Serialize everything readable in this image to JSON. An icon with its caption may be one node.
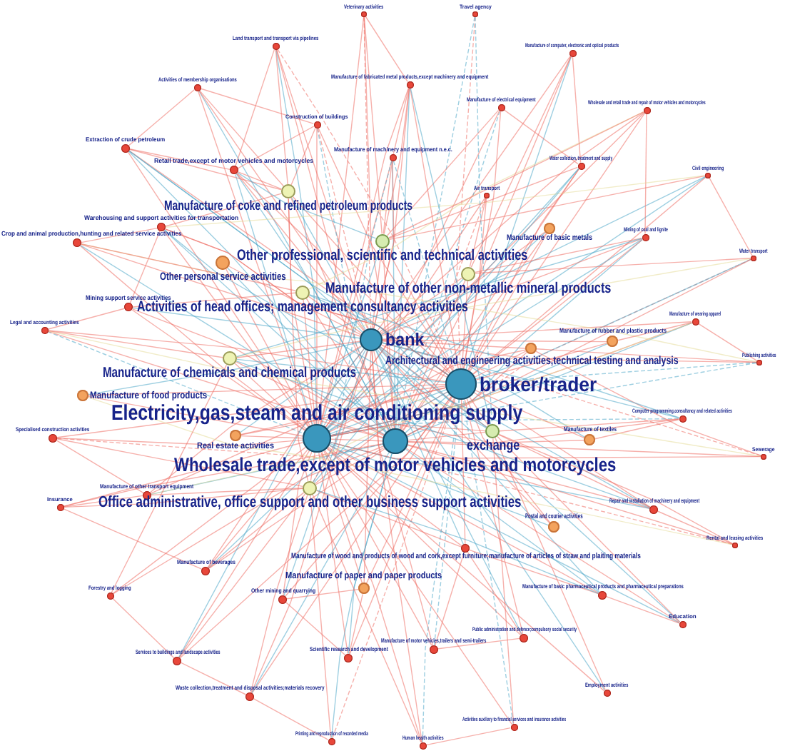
{
  "diagram": {
    "nodes": [
      {
        "text": [
          "Veterinary activities"
        ]
      },
      {
        "text": [
          "Travel agency"
        ]
      },
      {
        "text": [
          "Land transport and transport via pipelines"
        ]
      },
      {
        "text": [
          "Manufacture of computer, electronic and optical products"
        ]
      },
      {
        "text": [
          "Manufacture of fabricated metal products,except machinery and equipment"
        ]
      },
      {
        "text": [
          "Activities of membership organisations"
        ]
      },
      {
        "text": [
          "Manufacture of electrical equipment"
        ]
      },
      {
        "text": [
          "Wholesale and retail trade and repair of motor vehicles and motorcycles"
        ]
      },
      {
        "text": [
          "Construction of buildings"
        ]
      },
      {
        "text": [
          "Extraction of crude petroleum"
        ]
      },
      {
        "text": [
          "Manufacture of machinery and equipment n.e.c."
        ]
      },
      {
        "text": [
          "Water collection, treatment and supply"
        ]
      },
      {
        "text": [
          "Retail trade,except of motor vehicles and motorcycles"
        ]
      },
      {
        "text": [
          "Civil engineering"
        ]
      },
      {
        "text": [
          "Air transport"
        ]
      },
      {
        "text": [
          "Manufacture of coke and refined petroleum products"
        ]
      },
      {
        "text": [
          "Warehousing and support activities for transportation"
        ]
      },
      {
        "text": [
          "Crop and animal production,hunting and related service activities"
        ]
      },
      {
        "text": [
          "Manufacture of basic metals"
        ]
      },
      {
        "text": [
          "Mining of coal and lignite"
        ]
      },
      {
        "text": [
          "Other professional, scientific and technical activities"
        ]
      },
      {
        "text": [
          "Water transport"
        ]
      },
      {
        "text": [
          "Other personal service activities"
        ]
      },
      {
        "text": [
          "Manufacture of other non-metallic mineral products"
        ]
      },
      {
        "text": [
          "Mining support service activities"
        ]
      },
      {
        "text": [
          "Activities of head offices; management consultancy activities"
        ]
      },
      {
        "text": [
          "Legal and accounting activities"
        ]
      },
      {
        "text": [
          "Manufacture of wearing apparel"
        ]
      },
      {
        "text": [
          "Manufacture of rubber and plastic products"
        ]
      },
      {
        "text": [
          "bank"
        ]
      },
      {
        "text": [
          "Architectural and engineering activities,technical testing and analysis"
        ]
      },
      {
        "text": [
          "Publishing activities"
        ]
      },
      {
        "text": [
          "Manufacture of chemicals and chemical products"
        ]
      },
      {
        "text": [
          "broker/trader"
        ]
      },
      {
        "text": [
          "Manufacture of food products"
        ]
      },
      {
        "text": [
          "Electricity,gas,steam and air conditioning supply"
        ]
      },
      {
        "text": [
          "Computer programming,consultancy and related activities"
        ]
      },
      {
        "text": [
          "Specialised construction activities"
        ]
      },
      {
        "text": [
          "Manufacture of textiles"
        ]
      },
      {
        "text": [
          "Sewerage"
        ]
      },
      {
        "text": [
          "Real estate activities"
        ]
      },
      {
        "text": [
          "exchange"
        ]
      },
      {
        "text": [
          "Wholesale trade,except of motor vehicles and motorcycles"
        ]
      },
      {
        "text": [
          "Manufacture of other transport equipment"
        ]
      },
      {
        "text": [
          "Insurance"
        ]
      },
      {
        "text": [
          "Office administrative, office support and other business support activities"
        ]
      },
      {
        "text": [
          "Repair and installation of machinery and equipment"
        ]
      },
      {
        "text": [
          "Postal and courier activities"
        ]
      },
      {
        "text": [
          "Rental and leasing activities"
        ]
      },
      {
        "text": [
          "Manufacture of wood and products of wood and cork,except furniture;manufacture of articles of straw and plaiting materials"
        ]
      },
      {
        "text": [
          "Manufacture of beverages"
        ]
      },
      {
        "text": [
          "Manufacture of paper and paper products"
        ]
      },
      {
        "text": [
          "Manufacture of basic pharmaceutical products and pharmaceutical preparations"
        ]
      },
      {
        "text": [
          "Other mining and quarrying"
        ]
      },
      {
        "text": [
          "Forestry and logging"
        ]
      },
      {
        "text": [
          "Education"
        ]
      },
      {
        "text": [
          "Public administration and defence;compulsory social security"
        ]
      },
      {
        "text": [
          "Manufacture of motor vehicles,trailers and semi-trailers"
        ]
      },
      {
        "text": [
          "Scientific research and development"
        ]
      },
      {
        "text": [
          "Services to buildings and landscape activities"
        ]
      },
      {
        "text": [
          "Waste collection,treatment and disposal activities;materials recovery"
        ]
      },
      {
        "text": [
          "Employment activities"
        ]
      },
      {
        "text": [
          "Activities auxiliary to financial services and insurance activities"
        ]
      },
      {
        "text": [
          "Printing and reproduction of recorded media"
        ]
      },
      {
        "text": [
          "Human health activities"
        ]
      }
    ],
    "edges": [
      {
        "from": 0,
        "to": 35,
        "arrow": "none"
      },
      {
        "from": 0,
        "to": 42,
        "arrow": "none"
      },
      {
        "from": 0,
        "to": 29,
        "arrow": "none",
        "style": "dashed"
      },
      {
        "from": 1,
        "to": 42,
        "arrow": "none",
        "style": "dashed",
        "color": "#4fa8c8"
      },
      {
        "from": 1,
        "to": 33,
        "arrow": "none",
        "style": "dashed"
      },
      {
        "from": 2,
        "to": 35,
        "arrow": "none",
        "color": "#4fa8c8"
      },
      {
        "from": 2,
        "to": 42,
        "arrow": "none"
      },
      {
        "from": 2,
        "to": 29,
        "arrow": "none"
      },
      {
        "from": 2,
        "to": 33,
        "arrow": "none",
        "style": "dashed"
      },
      {
        "from": 3,
        "to": 33,
        "arrow": "none",
        "color": "#4fa8c8"
      },
      {
        "from": 3,
        "to": 29,
        "arrow": "none"
      },
      {
        "from": 3,
        "to": 42,
        "arrow": "none"
      },
      {
        "from": 4,
        "to": 33,
        "arrow": "none"
      },
      {
        "from": 4,
        "to": 42,
        "arrow": "none",
        "color": "#4fa8c8"
      },
      {
        "from": 4,
        "to": 35,
        "arrow": "none"
      },
      {
        "from": 4,
        "to": 29,
        "arrow": "none"
      },
      {
        "from": 5,
        "to": 35,
        "arrow": "none"
      },
      {
        "from": 5,
        "to": 42,
        "arrow": "none",
        "color": "#4fa8c8"
      },
      {
        "from": 5,
        "to": 29,
        "arrow": "none"
      },
      {
        "from": 6,
        "to": 42,
        "arrow": "none",
        "style": "dashed",
        "color": "#4fa8c8"
      },
      {
        "from": 6,
        "to": 33,
        "arrow": "none"
      },
      {
        "from": 6,
        "to": 35,
        "arrow": "none"
      },
      {
        "from": 7,
        "to": 33,
        "arrow": "none"
      },
      {
        "from": 7,
        "to": 35,
        "arrow": "none"
      },
      {
        "from": 7,
        "to": 29,
        "arrow": "none"
      },
      {
        "from": 8,
        "to": 42,
        "arrow": "none",
        "style": "dashed",
        "color": "#4fa8c8"
      },
      {
        "from": 8,
        "to": 35,
        "arrow": "none"
      },
      {
        "from": 8,
        "to": 29,
        "arrow": "none",
        "style": "dashed"
      },
      {
        "from": 8,
        "to": 33,
        "arrow": "none"
      },
      {
        "from": 9,
        "to": 42,
        "arrow": "none",
        "color": "#4fa8c8"
      },
      {
        "from": 9,
        "to": 29,
        "arrow": "none",
        "color": "#4fa8c8"
      },
      {
        "from": 9,
        "to": 35,
        "arrow": "none"
      },
      {
        "from": 9,
        "to": 33,
        "arrow": "none"
      },
      {
        "from": 10,
        "to": 42,
        "arrow": "none",
        "color": "#4fa8c8"
      },
      {
        "from": 10,
        "to": 33,
        "arrow": "none",
        "style": "dashed",
        "color": "#4fa8c8"
      },
      {
        "from": 10,
        "to": 35,
        "arrow": "none"
      },
      {
        "from": 10,
        "to": 29,
        "arrow": "none"
      },
      {
        "from": 11,
        "to": 35,
        "arrow": "none",
        "color": "#4fa8c8"
      },
      {
        "from": 11,
        "to": 42,
        "arrow": "none"
      },
      {
        "from": 11,
        "to": 33,
        "arrow": "none"
      },
      {
        "from": 12,
        "to": 35,
        "arrow": "none",
        "color": "#4fa8c8"
      },
      {
        "from": 12,
        "to": 42,
        "arrow": "none",
        "color": "#4fa8c8"
      },
      {
        "from": 12,
        "to": 29,
        "arrow": "none"
      },
      {
        "from": 12,
        "to": 33,
        "arrow": "none"
      },
      {
        "from": 13,
        "to": 35,
        "arrow": "none",
        "color": "#4fa8c8"
      },
      {
        "from": 13,
        "to": 29,
        "arrow": "none",
        "color": "#4fa8c8"
      },
      {
        "from": 13,
        "to": 33,
        "arrow": "none"
      },
      {
        "from": 14,
        "to": 42,
        "arrow": "none",
        "style": "dashed"
      },
      {
        "from": 14,
        "to": 33,
        "arrow": "none"
      },
      {
        "from": 14,
        "to": 35,
        "arrow": "none"
      },
      {
        "from": 15,
        "to": 33,
        "arrow": "none"
      },
      {
        "from": 15,
        "to": 29,
        "arrow": "none",
        "color": "#4fa8c8"
      },
      {
        "from": 15,
        "to": 42,
        "arrow": "none"
      },
      {
        "from": 16,
        "to": 42,
        "arrow": "none",
        "color": "#4fa8c8"
      },
      {
        "from": 16,
        "to": 35,
        "arrow": "none"
      },
      {
        "from": 16,
        "to": 29,
        "arrow": "none"
      },
      {
        "from": 16,
        "to": 33,
        "arrow": "none"
      },
      {
        "from": 17,
        "to": 35,
        "arrow": "none"
      },
      {
        "from": 17,
        "to": 42,
        "arrow": "none",
        "color": "#4fa8c8"
      },
      {
        "from": 17,
        "to": 29,
        "arrow": "none"
      },
      {
        "from": 18,
        "to": 35,
        "arrow": "none",
        "color": "#4fa8c8"
      },
      {
        "from": 18,
        "to": 42,
        "arrow": "none"
      },
      {
        "from": 18,
        "to": 29,
        "arrow": "none"
      },
      {
        "from": 19,
        "to": 35,
        "arrow": "none",
        "color": "#4fa8c8"
      },
      {
        "from": 19,
        "to": 42,
        "arrow": "none",
        "color": "#4fa8c8"
      },
      {
        "from": 19,
        "to": 29,
        "arrow": "none"
      },
      {
        "from": 19,
        "to": 33,
        "arrow": "none"
      },
      {
        "from": 20,
        "to": 35,
        "arrow": "none",
        "color": "#4fa8c8"
      },
      {
        "from": 20,
        "to": 33,
        "arrow": "none"
      },
      {
        "from": 20,
        "to": 42,
        "arrow": "none"
      },
      {
        "from": 21,
        "to": 35,
        "arrow": "none",
        "style": "dashed"
      },
      {
        "from": 21,
        "to": 33,
        "arrow": "none",
        "color": "#4fa8c8"
      },
      {
        "from": 21,
        "to": 42,
        "arrow": "none"
      },
      {
        "from": 22,
        "to": 42,
        "arrow": "none",
        "color": "#4fa8c8"
      },
      {
        "from": 22,
        "to": 33,
        "arrow": "none"
      },
      {
        "from": 23,
        "to": 35,
        "arrow": "none",
        "color": "#4fa8c8"
      },
      {
        "from": 23,
        "to": 42,
        "arrow": "none"
      },
      {
        "from": 23,
        "to": 29,
        "arrow": "none"
      },
      {
        "from": 24,
        "to": 35,
        "arrow": "none"
      },
      {
        "from": 24,
        "to": 42,
        "arrow": "none"
      },
      {
        "from": 24,
        "to": 29,
        "arrow": "none",
        "color": "#4fa8c8"
      },
      {
        "from": 25,
        "to": 33,
        "arrow": "none",
        "color": "#4fa8c8"
      },
      {
        "from": 25,
        "to": 42,
        "arrow": "none"
      },
      {
        "from": 26,
        "to": 35,
        "arrow": "none",
        "style": "dashed",
        "color": "#4fa8c8"
      },
      {
        "from": 26,
        "to": 42,
        "arrow": "none"
      },
      {
        "from": 26,
        "to": 33,
        "arrow": "none"
      },
      {
        "from": 27,
        "to": 35,
        "arrow": "none"
      },
      {
        "from": 27,
        "to": 42,
        "arrow": "none",
        "color": "#4fa8c8"
      },
      {
        "from": 27,
        "to": 29,
        "arrow": "none"
      },
      {
        "from": 28,
        "to": 35,
        "arrow": "none",
        "color": "#4fa8c8"
      },
      {
        "from": 28,
        "to": 29,
        "arrow": "none"
      },
      {
        "from": 29,
        "to": 35,
        "arrow": "none",
        "color": "#4fa8c8"
      },
      {
        "from": 29,
        "to": 42,
        "arrow": "none"
      },
      {
        "from": 29,
        "to": 33,
        "arrow": "none"
      },
      {
        "from": 30,
        "to": 35,
        "arrow": "none"
      },
      {
        "from": 30,
        "to": 42,
        "arrow": "none"
      },
      {
        "from": 31,
        "to": 35,
        "arrow": "none",
        "style": "dashed",
        "color": "#4fa8c8"
      },
      {
        "from": 31,
        "to": 29,
        "arrow": "none"
      },
      {
        "from": 31,
        "to": 33,
        "arrow": "none",
        "style": "dashed",
        "color": "#4fa8c8"
      },
      {
        "from": 32,
        "to": 33,
        "arrow": "none",
        "color": "#4fa8c8"
      },
      {
        "from": 32,
        "to": 42,
        "arrow": "none"
      },
      {
        "from": 33,
        "to": 35,
        "arrow": "none",
        "color": "#4fa8c8"
      },
      {
        "from": 33,
        "to": 42,
        "arrow": "none",
        "color": "#4fa8c8"
      },
      {
        "from": 34,
        "to": 33,
        "arrow": "none"
      },
      {
        "from": 34,
        "to": 29,
        "arrow": "none",
        "color": "#4fa8c8"
      },
      {
        "from": 35,
        "to": 42,
        "arrow": "none"
      },
      {
        "from": 36,
        "to": 35,
        "arrow": "none",
        "style": "dashed",
        "color": "#4fa8c8"
      },
      {
        "from": 36,
        "to": 42,
        "arrow": "none"
      },
      {
        "from": 36,
        "to": 29,
        "arrow": "none",
        "color": "#4fa8c8"
      },
      {
        "from": 37,
        "to": 35,
        "arrow": "none"
      },
      {
        "from": 37,
        "to": 42,
        "arrow": "none",
        "style": "dashed"
      },
      {
        "from": 37,
        "to": 33,
        "arrow": "none"
      },
      {
        "from": 38,
        "to": 35,
        "arrow": "none"
      },
      {
        "from": 38,
        "to": 29,
        "arrow": "none",
        "color": "#4fa8c8"
      },
      {
        "from": 39,
        "to": 35,
        "arrow": "none"
      },
      {
        "from": 39,
        "to": 42,
        "arrow": "none"
      },
      {
        "from": 39,
        "to": 29,
        "arrow": "none",
        "style": "dashed"
      },
      {
        "from": 40,
        "to": 33,
        "arrow": "none"
      },
      {
        "from": 40,
        "to": 29,
        "arrow": "none",
        "color": "#4fa8c8"
      },
      {
        "from": 41,
        "to": 35,
        "arrow": "none"
      },
      {
        "from": 41,
        "to": 29,
        "arrow": "none"
      },
      {
        "from": 43,
        "to": 33,
        "arrow": "none"
      },
      {
        "from": 43,
        "to": 29,
        "arrow": "none"
      },
      {
        "from": 43,
        "to": 42,
        "arrow": "none",
        "color": "#4fa8c8"
      },
      {
        "from": 44,
        "to": 35,
        "arrow": "none"
      },
      {
        "from": 44,
        "to": 42,
        "arrow": "none"
      },
      {
        "from": 45,
        "to": 33,
        "arrow": "none"
      },
      {
        "from": 45,
        "to": 29,
        "arrow": "none"
      },
      {
        "from": 46,
        "to": 35,
        "arrow": "none",
        "color": "#4fa8c8"
      },
      {
        "from": 46,
        "to": 29,
        "arrow": "none",
        "color": "#4fa8c8"
      },
      {
        "from": 46,
        "to": 33,
        "arrow": "none"
      },
      {
        "from": 46,
        "to": 42,
        "arrow": "none"
      },
      {
        "from": 47,
        "to": 35,
        "arrow": "none",
        "color": "#4fa8c8"
      },
      {
        "from": 47,
        "to": 29,
        "arrow": "none"
      },
      {
        "from": 48,
        "to": 35,
        "arrow": "none",
        "style": "dashed"
      },
      {
        "from": 48,
        "to": 42,
        "arrow": "none"
      },
      {
        "from": 49,
        "to": 35,
        "arrow": "none"
      },
      {
        "from": 49,
        "to": 29,
        "arrow": "none",
        "color": "#4fa8c8"
      },
      {
        "from": 49,
        "to": 33,
        "arrow": "none"
      },
      {
        "from": 50,
        "to": 33,
        "arrow": "none",
        "color": "#4fa8c8"
      },
      {
        "from": 50,
        "to": 35,
        "arrow": "none"
      },
      {
        "from": 50,
        "to": 42,
        "arrow": "none"
      },
      {
        "from": 50,
        "to": 29,
        "arrow": "none"
      },
      {
        "from": 51,
        "to": 33,
        "arrow": "none"
      },
      {
        "from": 51,
        "to": 29,
        "arrow": "none"
      },
      {
        "from": 52,
        "to": 29,
        "arrow": "none",
        "color": "#4fa8c8"
      },
      {
        "from": 52,
        "to": 35,
        "arrow": "none"
      },
      {
        "from": 52,
        "to": 42,
        "arrow": "none",
        "color": "#4fa8c8"
      },
      {
        "from": 53,
        "to": 35,
        "arrow": "none"
      },
      {
        "from": 53,
        "to": 33,
        "arrow": "none"
      },
      {
        "from": 53,
        "to": 29,
        "arrow": "none",
        "color": "#4fa8c8"
      },
      {
        "from": 54,
        "to": 35,
        "arrow": "none"
      },
      {
        "from": 54,
        "to": 42,
        "arrow": "none"
      },
      {
        "from": 55,
        "to": 35,
        "arrow": "none",
        "color": "#4fa8c8"
      },
      {
        "from": 55,
        "to": 29,
        "arrow": "none",
        "color": "#4fa8c8"
      },
      {
        "from": 55,
        "to": 42,
        "arrow": "none"
      },
      {
        "from": 56,
        "to": 29,
        "arrow": "none",
        "color": "#4fa8c8"
      },
      {
        "from": 56,
        "to": 33,
        "arrow": "none"
      },
      {
        "from": 56,
        "to": 35,
        "arrow": "none"
      },
      {
        "from": 57,
        "to": 33,
        "arrow": "none",
        "style": "dashed",
        "color": "#4fa8c8"
      },
      {
        "from": 57,
        "to": 35,
        "arrow": "none"
      },
      {
        "from": 57,
        "to": 29,
        "arrow": "none"
      },
      {
        "from": 58,
        "to": 33,
        "arrow": "none"
      },
      {
        "from": 58,
        "to": 35,
        "arrow": "none"
      },
      {
        "from": 58,
        "to": 42,
        "arrow": "none",
        "color": "#4fa8c8"
      },
      {
        "from": 59,
        "to": 33,
        "arrow": "none"
      },
      {
        "from": 59,
        "to": 35,
        "arrow": "none"
      },
      {
        "from": 59,
        "to": 29,
        "arrow": "none",
        "color": "#4fa8c8"
      },
      {
        "from": 60,
        "to": 33,
        "arrow": "none"
      },
      {
        "from": 60,
        "to": 29,
        "arrow": "none"
      },
      {
        "from": 60,
        "to": 42,
        "arrow": "none",
        "color": "#4fa8c8"
      },
      {
        "from": 61,
        "to": 29,
        "arrow": "none",
        "color": "#4fa8c8"
      },
      {
        "from": 61,
        "to": 35,
        "arrow": "none"
      },
      {
        "from": 62,
        "to": 33,
        "arrow": "none",
        "style": "dashed",
        "color": "#4fa8c8"
      },
      {
        "from": 62,
        "to": 35,
        "arrow": "none"
      },
      {
        "from": 63,
        "to": 33,
        "arrow": "none",
        "style": "dashed"
      },
      {
        "from": 63,
        "to": 42,
        "arrow": "none",
        "color": "#4fa8c8"
      },
      {
        "from": 64,
        "to": 33,
        "arrow": "none",
        "style": "dashed",
        "color": "#4fa8c8"
      },
      {
        "from": 64,
        "to": 29,
        "arrow": "none"
      },
      {
        "from": 64,
        "to": 35,
        "arrow": "none"
      },
      {
        "from": 17,
        "to": 16,
        "arrow": "none"
      },
      {
        "from": 9,
        "to": 5,
        "arrow": "none"
      },
      {
        "from": 12,
        "to": 8,
        "arrow": "none"
      },
      {
        "from": 26,
        "to": 24,
        "arrow": "none"
      },
      {
        "from": 37,
        "to": 43,
        "arrow": "none"
      },
      {
        "from": 44,
        "to": 50,
        "arrow": "none"
      },
      {
        "from": 59,
        "to": 60,
        "arrow": "none"
      },
      {
        "from": 60,
        "to": 63,
        "arrow": "none"
      },
      {
        "from": 4,
        "to": 10,
        "arrow": "none"
      },
      {
        "from": 6,
        "to": 11,
        "arrow": "none"
      },
      {
        "from": 3,
        "to": 11,
        "arrow": "none"
      },
      {
        "from": 7,
        "to": 19,
        "arrow": "none"
      },
      {
        "from": 13,
        "to": 21,
        "arrow": "none"
      },
      {
        "from": 27,
        "to": 31,
        "arrow": "none"
      },
      {
        "from": 36,
        "to": 38,
        "arrow": "none"
      },
      {
        "from": 46,
        "to": 48,
        "arrow": "none"
      },
      {
        "from": 52,
        "to": 55,
        "arrow": "none"
      },
      {
        "from": 56,
        "to": 57,
        "arrow": "none"
      },
      {
        "from": 64,
        "to": 62,
        "arrow": "none"
      },
      {
        "from": 2,
        "to": 12,
        "arrow": "none"
      },
      {
        "from": 0,
        "to": 4,
        "arrow": "none"
      },
      {
        "from": 9,
        "to": 12,
        "arrow": "none"
      },
      {
        "from": 16,
        "to": 24,
        "arrow": "none"
      },
      {
        "from": 5,
        "to": 8,
        "arrow": "none"
      },
      {
        "from": 54,
        "to": 59,
        "arrow": "none"
      },
      {
        "from": 53,
        "to": 58,
        "arrow": "none"
      },
      {
        "from": 43,
        "to": 44,
        "arrow": "none"
      },
      {
        "from": 7,
        "to": 25,
        "arrow": "none",
        "color": "#e5dc9a"
      },
      {
        "from": 21,
        "to": 32,
        "arrow": "none",
        "color": "#e5dc9a"
      },
      {
        "from": 27,
        "to": 43,
        "arrow": "none",
        "color": "#e5dc9a"
      },
      {
        "from": 31,
        "to": 17,
        "arrow": "none",
        "color": "#e5dc9a"
      },
      {
        "from": 48,
        "to": 34,
        "arrow": "none",
        "color": "#e5dc9a"
      },
      {
        "from": 13,
        "to": 16,
        "arrow": "none",
        "color": "#e5dc9a"
      },
      {
        "from": 39,
        "to": 26,
        "arrow": "none",
        "color": "#e5dc9a"
      },
      {
        "from": 15,
        "to": 35,
        "arrow": "none"
      },
      {
        "from": 15,
        "to": 45,
        "arrow": "none"
      },
      {
        "from": 20,
        "to": 29,
        "arrow": "none"
      },
      {
        "from": 23,
        "to": 33,
        "arrow": "none"
      },
      {
        "from": 25,
        "to": 29,
        "arrow": "none"
      },
      {
        "from": 25,
        "to": 35,
        "arrow": "none"
      },
      {
        "from": 32,
        "to": 35,
        "arrow": "none"
      },
      {
        "from": 32,
        "to": 29,
        "arrow": "none"
      },
      {
        "from": 45,
        "to": 42,
        "arrow": "none"
      },
      {
        "from": 45,
        "to": 35,
        "arrow": "none"
      },
      {
        "from": 41,
        "to": 33,
        "arrow": "none"
      },
      {
        "from": 41,
        "to": 42,
        "arrow": "none"
      },
      {
        "from": 22,
        "to": 35,
        "arrow": "none"
      },
      {
        "from": 40,
        "to": 35,
        "arrow": "none"
      },
      {
        "from": 40,
        "to": 42,
        "arrow": "none"
      },
      {
        "from": 34,
        "to": 35,
        "arrow": "none"
      },
      {
        "from": 38,
        "to": 33,
        "arrow": "none"
      },
      {
        "from": 47,
        "to": 33,
        "arrow": "none"
      },
      {
        "from": 51,
        "to": 35,
        "arrow": "none"
      },
      {
        "from": 18,
        "to": 33,
        "arrow": "none"
      },
      {
        "from": 28,
        "to": 33,
        "arrow": "none"
      },
      {
        "from": 30,
        "to": 33,
        "arrow": "none"
      },
      {
        "from": 30,
        "to": 29,
        "arrow": "none"
      },
      {
        "from": 9,
        "to": 15,
        "arrow": "none"
      },
      {
        "from": 16,
        "to": 15,
        "arrow": "none"
      },
      {
        "from": 12,
        "to": 15,
        "arrow": "none"
      },
      {
        "from": 17,
        "to": 25,
        "arrow": "none"
      },
      {
        "from": 24,
        "to": 25,
        "arrow": "none"
      },
      {
        "from": 26,
        "to": 32,
        "arrow": "none"
      },
      {
        "from": 37,
        "to": 45,
        "arrow": "none"
      },
      {
        "from": 43,
        "to": 45,
        "arrow": "none"
      },
      {
        "from": 44,
        "to": 45,
        "arrow": "none"
      },
      {
        "from": 50,
        "to": 45,
        "arrow": "none"
      },
      {
        "from": 59,
        "to": 45,
        "arrow": "none"
      },
      {
        "from": 60,
        "to": 45,
        "arrow": "none"
      },
      {
        "from": 53,
        "to": 51,
        "arrow": "none"
      },
      {
        "from": 58,
        "to": 51,
        "arrow": "none"
      },
      {
        "from": 57,
        "to": 49,
        "arrow": "none"
      },
      {
        "from": 56,
        "to": 49,
        "arrow": "none"
      },
      {
        "from": 52,
        "to": 49,
        "arrow": "none"
      },
      {
        "from": 46,
        "to": 41,
        "arrow": "none"
      },
      {
        "from": 36,
        "to": 41,
        "arrow": "none"
      },
      {
        "from": 48,
        "to": 41,
        "arrow": "none"
      },
      {
        "from": 39,
        "to": 30,
        "arrow": "none"
      },
      {
        "from": 31,
        "to": 30,
        "arrow": "none"
      },
      {
        "from": 27,
        "to": 28,
        "arrow": "none"
      },
      {
        "from": 21,
        "to": 23,
        "arrow": "none"
      },
      {
        "from": 19,
        "to": 23,
        "arrow": "none"
      },
      {
        "from": 13,
        "to": 20,
        "arrow": "none"
      },
      {
        "from": 11,
        "to": 20,
        "arrow": "none"
      },
      {
        "from": 7,
        "to": 20,
        "arrow": "none"
      },
      {
        "from": 3,
        "to": 23,
        "arrow": "none"
      },
      {
        "from": 6,
        "to": 20,
        "arrow": "none"
      },
      {
        "from": 4,
        "to": 20,
        "arrow": "none"
      },
      {
        "from": 10,
        "to": 20,
        "arrow": "none"
      },
      {
        "from": 8,
        "to": 15,
        "arrow": "none"
      },
      {
        "from": 2,
        "to": 15,
        "arrow": "none"
      },
      {
        "from": 5,
        "to": 15,
        "arrow": "none"
      },
      {
        "from": 0,
        "to": 20,
        "arrow": "none"
      },
      {
        "from": 14,
        "to": 23,
        "arrow": "none"
      },
      {
        "from": 1,
        "to": 41,
        "arrow": "none",
        "style": "dashed",
        "color": "#4fa8c8"
      },
      {
        "from": 64,
        "to": 45,
        "arrow": "none"
      },
      {
        "from": 63,
        "to": 45,
        "arrow": "none"
      },
      {
        "from": 62,
        "to": 41,
        "arrow": "none"
      },
      {
        "from": 61,
        "to": 41,
        "arrow": "none"
      },
      {
        "from": 55,
        "to": 41,
        "arrow": "none"
      },
      {
        "from": 54,
        "to": 32,
        "arrow": "none"
      },
      {
        "from": 49,
        "to": 45,
        "arrow": "none"
      },
      {
        "from": 12,
        "to": 20,
        "arrow": "none",
        "color": "#4fa8c8"
      },
      {
        "from": 16,
        "to": 41,
        "arrow": "none",
        "color": "#4fa8c8"
      },
      {
        "from": 9,
        "to": 41,
        "arrow": "none",
        "color": "#4fa8c8"
      },
      {
        "from": 46,
        "to": 32,
        "arrow": "none",
        "color": "#4fa8c8"
      },
      {
        "from": 52,
        "to": 45,
        "arrow": "none",
        "color": "#4fa8c8"
      },
      {
        "from": 36,
        "to": 25,
        "arrow": "none",
        "color": "#4fa8c8"
      },
      {
        "from": 19,
        "to": 32,
        "arrow": "none",
        "color": "#4fa8c8"
      },
      {
        "from": 11,
        "to": 45,
        "arrow": "none",
        "color": "#4fa8c8"
      },
      {
        "from": 10,
        "to": 45,
        "arrow": "none",
        "style": "dashed",
        "color": "#4fa8c8"
      },
      {
        "from": 4,
        "to": 41,
        "arrow": "none",
        "color": "#4fa8c8"
      }
    ]
  }
}
